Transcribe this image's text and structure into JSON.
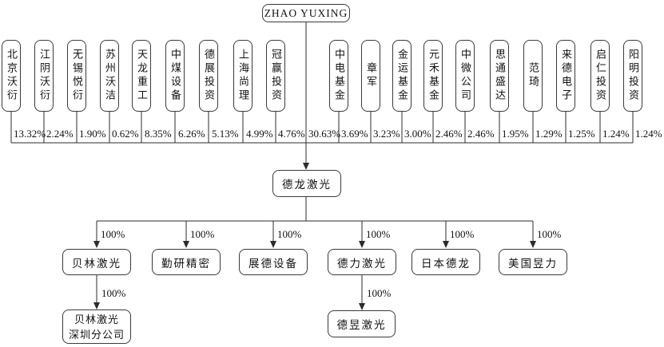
{
  "root": {
    "name": "ZHAO YUXING",
    "ownership_pct": "30.63%"
  },
  "company": {
    "name": "德龙激光"
  },
  "shareholders": [
    {
      "name": "北京沃衍",
      "pct": "13.32%"
    },
    {
      "name": "江阴沃衍",
      "pct": "2.24%"
    },
    {
      "name": "无锡悦衍",
      "pct": "1.90%"
    },
    {
      "name": "苏州沃洁",
      "pct": "0.62%"
    },
    {
      "name": "天龙重工",
      "pct": "8.35%"
    },
    {
      "name": "中煤设备",
      "pct": "6.26%"
    },
    {
      "name": "德展投资",
      "pct": "5.13%"
    },
    {
      "name": "上海尚理",
      "pct": "4.99%"
    },
    {
      "name": "冠赢投资",
      "pct": "4.76%"
    },
    {
      "name": "中电基金",
      "pct": "3.69%"
    },
    {
      "name": "章军",
      "pct": "3.23%"
    },
    {
      "name": "金运基金",
      "pct": "3.00%"
    },
    {
      "name": "元禾基金",
      "pct": "2.46%"
    },
    {
      "name": "中微公司",
      "pct": "2.46%"
    },
    {
      "name": "思通盛达",
      "pct": "1.95%"
    },
    {
      "name": "范琦",
      "pct": "1.29%"
    },
    {
      "name": "来德电子",
      "pct": "1.25%"
    },
    {
      "name": "启仁投资",
      "pct": "1.24%"
    },
    {
      "name": "阳明投资",
      "pct": "1.24%"
    }
  ],
  "subsidiaries": [
    {
      "name": "贝林激光",
      "pct": "100%"
    },
    {
      "name": "勤研精密",
      "pct": "100%"
    },
    {
      "name": "展德设备",
      "pct": "100%"
    },
    {
      "name": "德力激光",
      "pct": "100%"
    },
    {
      "name": "日本德龙",
      "pct": "100%"
    },
    {
      "name": "美国昱力",
      "pct": "100%"
    }
  ],
  "sub_subsidiaries": [
    {
      "parent": "贝林激光",
      "name_line1": "贝林激光",
      "name_line2": "深圳分公司",
      "pct": "100%"
    },
    {
      "parent": "德力激光",
      "name": "德昱激光",
      "pct": "100%"
    }
  ],
  "colors": {
    "line": "#2b2b2b",
    "border": "#3a3a3a",
    "text": "#111111",
    "background": "#ffffff"
  }
}
